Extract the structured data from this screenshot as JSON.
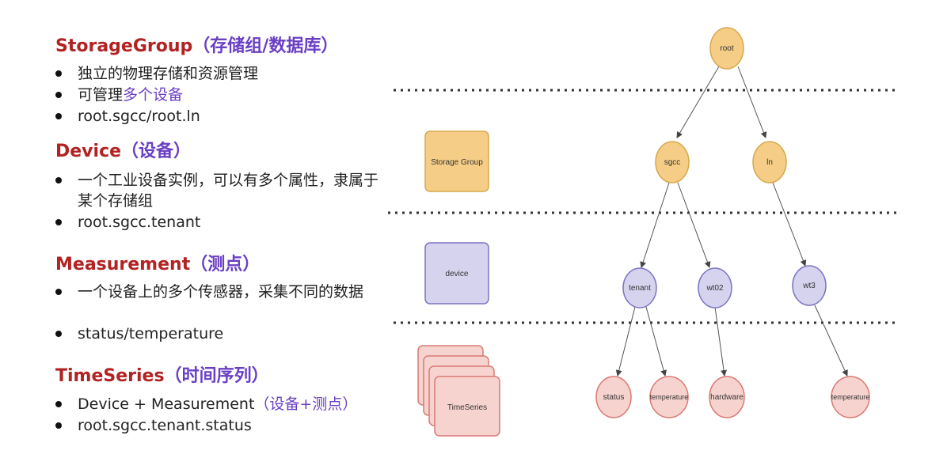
{
  "sections": {
    "storage": {
      "term": "StorageGroup",
      "paren": "（存储组/数据库）",
      "bullets": [
        "独立的物理存储和资源管理",
        "root.sgcc/root.ln"
      ],
      "bullet2_prefix": "可管理",
      "bullet2_highlight": "多个设备"
    },
    "device": {
      "term": "Device",
      "paren": "（设备）",
      "bullets": [
        "一个工业设备实例，可以有多个属性，隶属于某个存储组",
        "root.sgcc.tenant"
      ]
    },
    "measurement": {
      "term": "Measurement",
      "paren": "（测点）",
      "bullets": [
        "一个设备上的多个传感器，采集不同的数据",
        "status/temperature"
      ]
    },
    "timeseries": {
      "term": "TimeSeries",
      "paren": "（时间序列）",
      "bullet1_prefix": "Device + Measurement",
      "bullet1_highlight": "（设备+测点）",
      "bullets": [
        "root.sgcc.tenant.status"
      ]
    }
  },
  "diagram": {
    "level_boxes": {
      "storage": "Storage Group",
      "device": "device",
      "timeseries": "TimeSeries"
    },
    "nodes": {
      "root": "root",
      "sgcc": "sgcc",
      "ln": "ln",
      "tenant": "tenant",
      "wt02": "wt02",
      "wt3": "wt3",
      "status": "status",
      "temperature1": "temperature",
      "hardware": "hardware",
      "temperature2": "temperature"
    },
    "colors": {
      "storage_fill": "#f5cd86",
      "storage_stroke": "#d8a94e",
      "device_fill": "#d6d3ee",
      "device_stroke": "#7b74c4",
      "ts_fill": "#f7d3cf",
      "ts_stroke": "#d97a73",
      "term": "#b22222",
      "highlight": "#6a3fc4"
    }
  }
}
